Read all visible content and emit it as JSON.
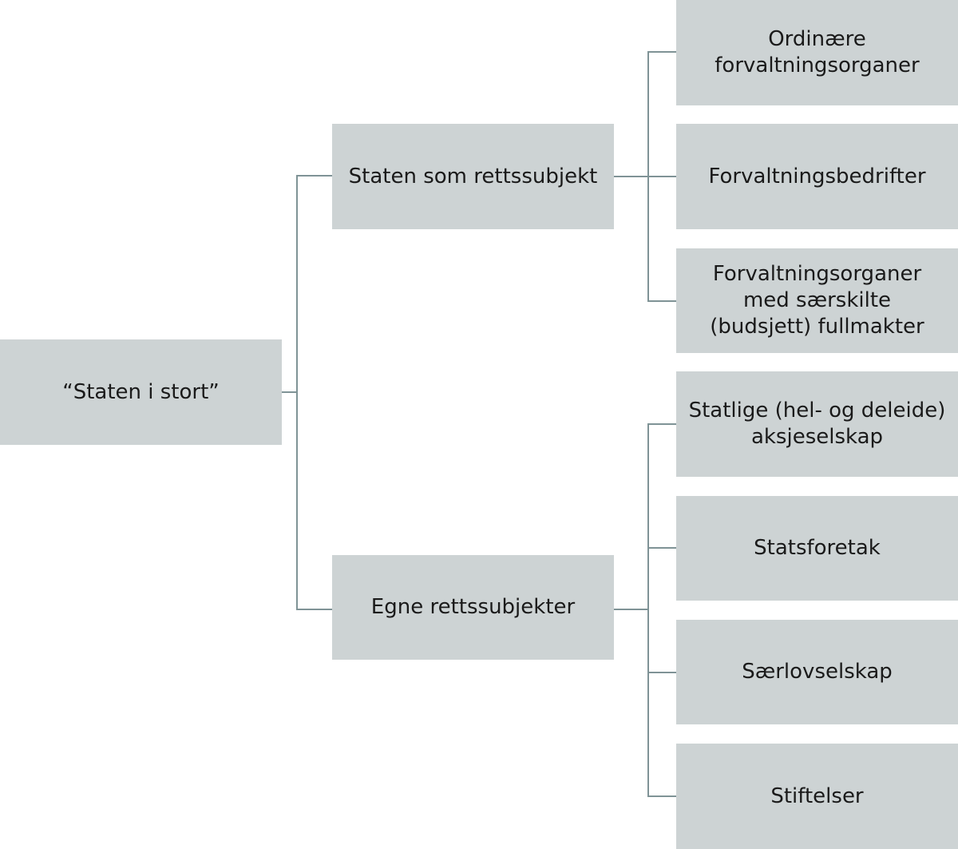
{
  "root": {
    "label": "“Staten i stort”"
  },
  "branches": [
    {
      "label": "Staten som rettssubjekt",
      "children": [
        "Ordinære\nforvaltningsorganer",
        "Forvaltningsbedrifter",
        "Forvaltningsorganer\nmed særskilte\n(budsjett) fullmakter"
      ]
    },
    {
      "label": "Egne rettssubjekter",
      "children": [
        "Statlige (hel- og deleide)\naksjeselskap",
        "Statsforetak",
        "Særlovselskap",
        "Stiftelser"
      ]
    }
  ],
  "colors": {
    "box_fill": "#cdd3d4",
    "connector": "#7f9396",
    "text": "#1a1a1a"
  }
}
